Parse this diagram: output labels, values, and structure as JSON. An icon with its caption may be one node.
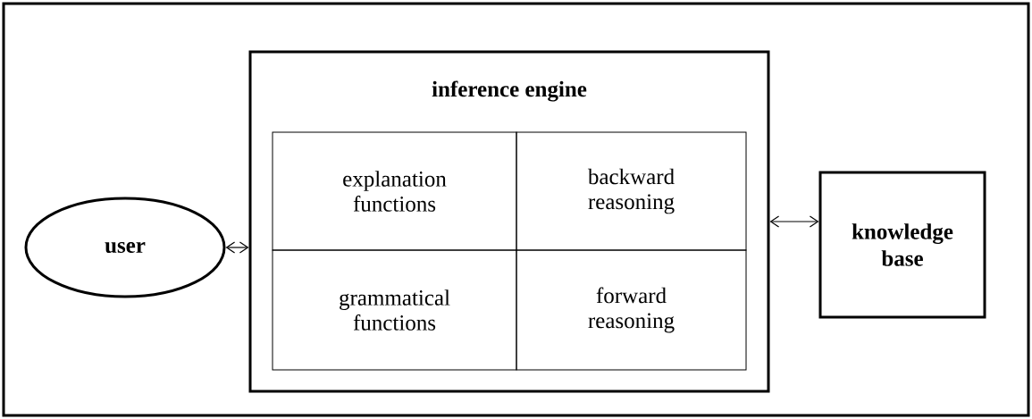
{
  "diagram": {
    "nodes": [
      {
        "text": [
          "user"
        ]
      },
      {
        "text": [
          "inference engine"
        ]
      },
      {
        "text": [
          "explanation functions"
        ],
        "in": 1
      },
      {
        "text": [
          "backward reasoning"
        ],
        "in": 1
      },
      {
        "text": [
          "grammatical functions"
        ],
        "in": 1
      },
      {
        "text": [
          "forward reasoning"
        ],
        "in": 1
      },
      {
        "text": [
          "knowledge base"
        ]
      }
    ],
    "edges": [
      {
        "from": 0,
        "to": 1,
        "arrow": "both"
      },
      {
        "from": 1,
        "to": 6,
        "arrow": "both"
      }
    ]
  }
}
